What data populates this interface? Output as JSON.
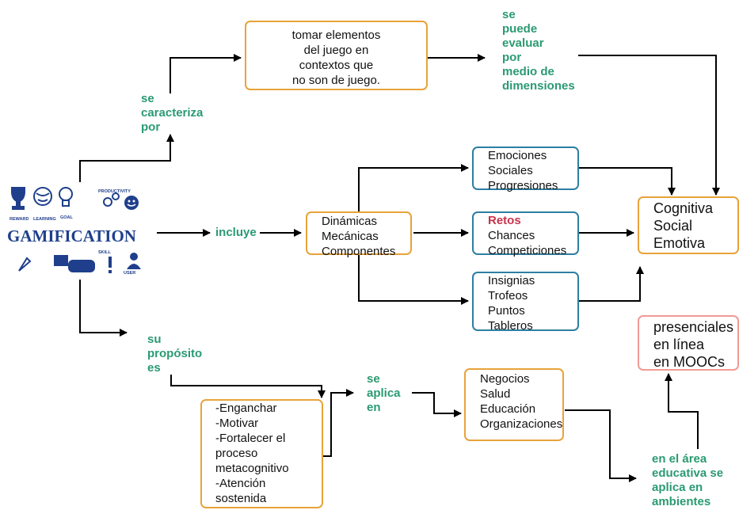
{
  "logo": {
    "word": "GAMIFICATION",
    "small_labels": [
      "REWARD",
      "LEARNING",
      "GOAL",
      "PRODUCTIVITY",
      "SKILL",
      "USER"
    ]
  },
  "nodes": {
    "definition": [
      "tomar elementos",
      "del juego en",
      "contextos que",
      "no son de juego."
    ],
    "elements": [
      "Dinámicas",
      "Mecánicas",
      "Componentes"
    ],
    "dynamics": [
      "Emociones",
      "Sociales",
      "Progresiones"
    ],
    "mechanics": [
      "Retos",
      "Chances",
      "Competiciones"
    ],
    "components": [
      "Insignias",
      "Trofeos",
      "Puntos",
      "Tableros"
    ],
    "dimensions": [
      "Cognitiva",
      "Social",
      "Emotiva"
    ],
    "purposes": [
      "-Enganchar",
      "-Motivar",
      "-Fortalecer el",
      "proceso",
      "metacognitivo",
      "-Atención",
      "sostenida"
    ],
    "areas": [
      "Negocios",
      "Salud",
      "Educación",
      "Organizaciones"
    ],
    "environments": [
      "presenciales",
      "en línea",
      "en MOOCs"
    ]
  },
  "links": {
    "characterized": [
      "se",
      "caracteriza",
      "por"
    ],
    "evaluated": [
      "se",
      "puede",
      "evaluar",
      "por",
      "medio de",
      "dimensiones"
    ],
    "includes": "incluye",
    "purpose": [
      "su",
      "propósito",
      "es"
    ],
    "applied": [
      "se",
      "aplica",
      "en"
    ],
    "education": [
      "en el área",
      "educativa se",
      "aplica en",
      "ambientes"
    ]
  },
  "colors": {
    "orange_border": "#e8a33a",
    "blue_border": "#2d7fa3",
    "pink_border": "#f29a96",
    "link_text": "#2a9a72",
    "highlight_text": "#c8334b",
    "arrow": "#000000"
  }
}
